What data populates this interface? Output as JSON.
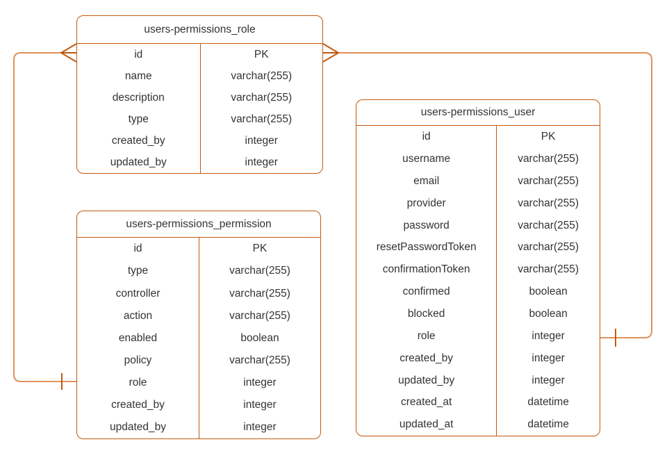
{
  "diagram": {
    "colors": {
      "table_border": "#C2590F",
      "connector_line": "#E0915A",
      "connector_marker": "#BF5A0E",
      "text": "#333333",
      "table_fill": "#FFFFFF",
      "background": "#FFFFFF"
    },
    "tables": [
      {
        "key": "role",
        "title": "users-permissions_role",
        "fields": [
          {
            "field": "id",
            "type": "PK"
          },
          {
            "field": "name",
            "type": "varchar(255)"
          },
          {
            "field": "description",
            "type": "varchar(255)"
          },
          {
            "field": "type",
            "type": "varchar(255)"
          },
          {
            "field": "created_by",
            "type": "integer"
          },
          {
            "field": "updated_by",
            "type": "integer"
          }
        ]
      },
      {
        "key": "permission",
        "title": "users-permissions_permission",
        "fields": [
          {
            "field": "id",
            "type": "PK"
          },
          {
            "field": "type",
            "type": "varchar(255)"
          },
          {
            "field": "controller",
            "type": "varchar(255)"
          },
          {
            "field": "action",
            "type": "varchar(255)"
          },
          {
            "field": "enabled",
            "type": "boolean"
          },
          {
            "field": "policy",
            "type": "varchar(255)"
          },
          {
            "field": "role",
            "type": "integer"
          },
          {
            "field": "created_by",
            "type": "integer"
          },
          {
            "field": "updated_by",
            "type": "integer"
          }
        ]
      },
      {
        "key": "user",
        "title": "users-permissions_user",
        "fields": [
          {
            "field": "id",
            "type": "PK"
          },
          {
            "field": "username",
            "type": "varchar(255)"
          },
          {
            "field": "email",
            "type": "varchar(255)"
          },
          {
            "field": "provider",
            "type": "varchar(255)"
          },
          {
            "field": "password",
            "type": "varchar(255)"
          },
          {
            "field": "resetPasswordToken",
            "type": "varchar(255)"
          },
          {
            "field": "confirmationToken",
            "type": "varchar(255)"
          },
          {
            "field": "confirmed",
            "type": "boolean"
          },
          {
            "field": "blocked",
            "type": "boolean"
          },
          {
            "field": "role",
            "type": "integer"
          },
          {
            "field": "created_by",
            "type": "integer"
          },
          {
            "field": "updated_by",
            "type": "integer"
          },
          {
            "field": "created_at",
            "type": "datetime"
          },
          {
            "field": "updated_at",
            "type": "datetime"
          }
        ]
      }
    ],
    "relationships": [
      {
        "from": "users-permissions_role.id",
        "to": "users-permissions_permission.role",
        "from_marker": "crow-foot-many",
        "to_marker": "one-tick"
      },
      {
        "from": "users-permissions_role.id",
        "to": "users-permissions_user.role",
        "from_marker": "crow-foot-many",
        "to_marker": "one-tick"
      }
    ]
  }
}
